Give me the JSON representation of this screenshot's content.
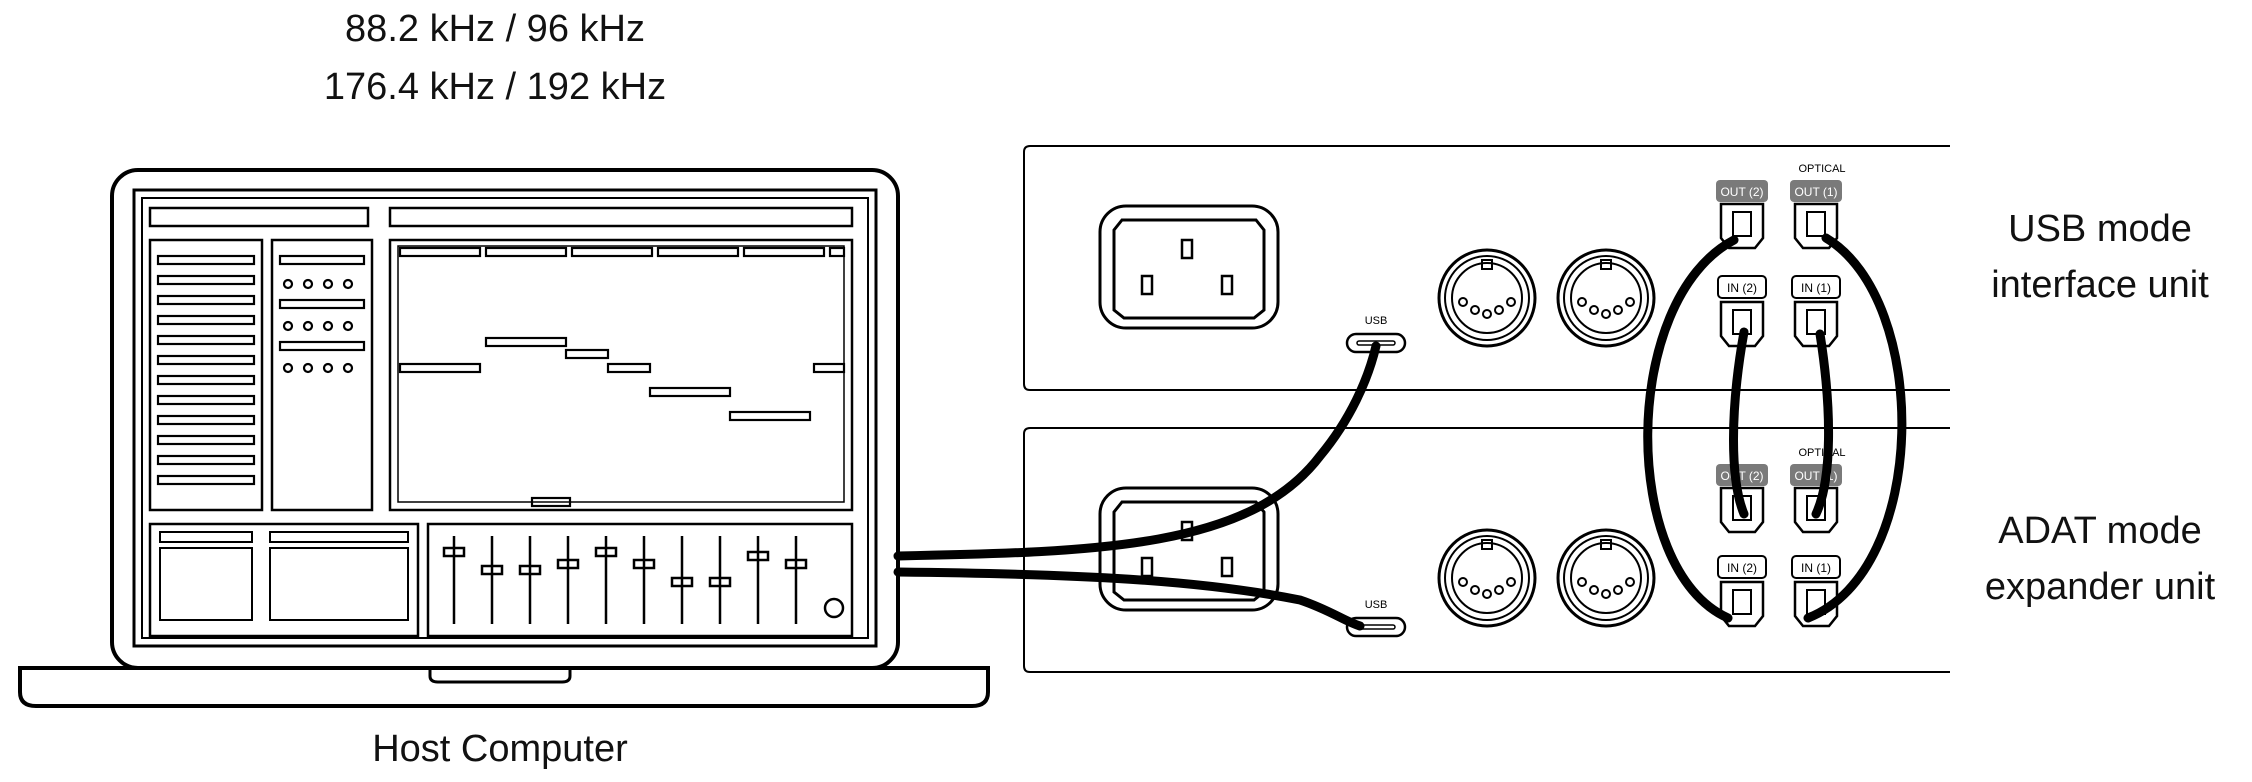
{
  "sample_rates": {
    "line1": "88.2 kHz / 96 kHz",
    "line2": "176.4 kHz / 192 kHz"
  },
  "host": {
    "label": "Host Computer"
  },
  "units": {
    "usb_mode": {
      "line1": "USB mode",
      "line2": "interface unit"
    },
    "adat_mode": {
      "line1": "ADAT mode",
      "line2": "expander unit"
    }
  },
  "ports": {
    "optical_label": "OPTICAL",
    "out2": "OUT (2)",
    "out1": "OUT (1)",
    "in2": "IN (2)",
    "in1": "IN (1)",
    "usb": "USB"
  },
  "colors": {
    "line": "#000000",
    "port_badge": "#7a7a7a",
    "background": "#ffffff"
  }
}
